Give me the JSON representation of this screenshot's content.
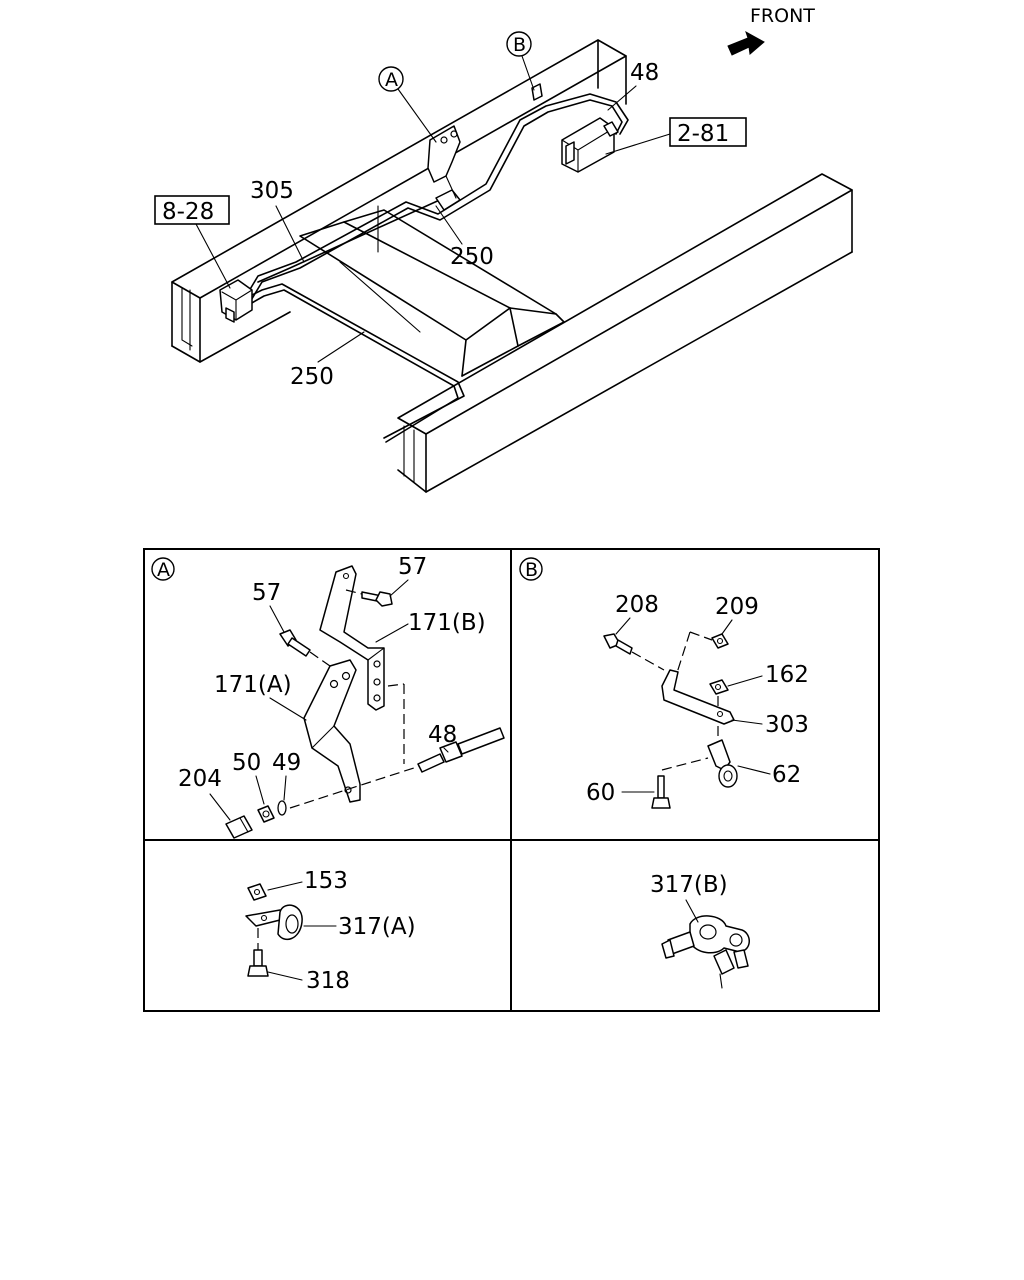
{
  "front_label": "FRONT",
  "main_view": {
    "callouts": {
      "A": "A",
      "B": "B",
      "p48": "48",
      "ref_281": "2-81",
      "ref_828": "8-28",
      "p305": "305",
      "p250_upper": "250",
      "p250_lower": "250"
    }
  },
  "detail_A": {
    "marker": "A",
    "labels": {
      "p57_top": "57",
      "p57_left": "57",
      "p171B": "171(B)",
      "p171A": "171(A)",
      "p48": "48",
      "p204": "204",
      "p50": "50",
      "p49": "49"
    }
  },
  "detail_B": {
    "marker": "B",
    "labels": {
      "p208": "208",
      "p209": "209",
      "p162": "162",
      "p303": "303",
      "p60": "60",
      "p62": "62"
    }
  },
  "detail_317A": {
    "labels": {
      "p153": "153",
      "p317A": "317(A)",
      "p318": "318"
    }
  },
  "detail_317B": {
    "labels": {
      "p317B": "317(B)"
    }
  }
}
